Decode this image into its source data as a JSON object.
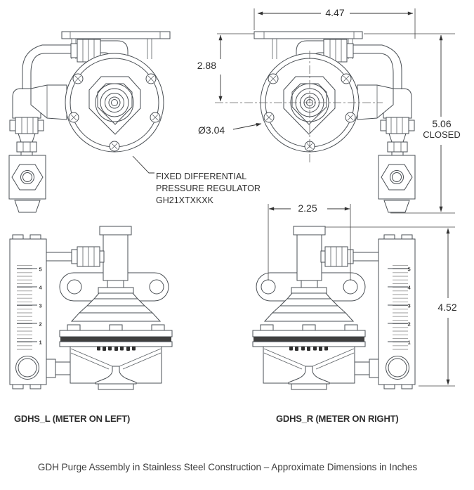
{
  "app": {
    "background": "#ffffff"
  },
  "caption": "GDH Purge Assembly in Stainless Steel Construction – Approximate Dimensions in Inches",
  "regulator_callout": {
    "line1": "FIXED DIFFERENTIAL",
    "line2": "PRESSURE REGULATOR",
    "line3": "GH21XTXKXK"
  },
  "view_labels": {
    "left_assembly": "GDHS_L (METER ON LEFT)",
    "right_assembly": "GDHS_R (METER ON RIGHT)"
  },
  "dimensions": {
    "mounting_plate_width": "4.47",
    "plate_to_centerline": "2.88",
    "regulator_diameter": "Ø3.04",
    "closed_height": "5.06",
    "closed_label": "CLOSED",
    "bracket_hole_spacing": "2.25",
    "assembly_height": "4.52"
  },
  "flow_meter": {
    "scale_labels": [
      "5",
      "4",
      "3",
      "2",
      "1"
    ]
  },
  "colors": {
    "line": "#4a4f54",
    "dimension": "#333333",
    "gasket_band": "#3f3f3f",
    "text": "#2e2e2e"
  }
}
